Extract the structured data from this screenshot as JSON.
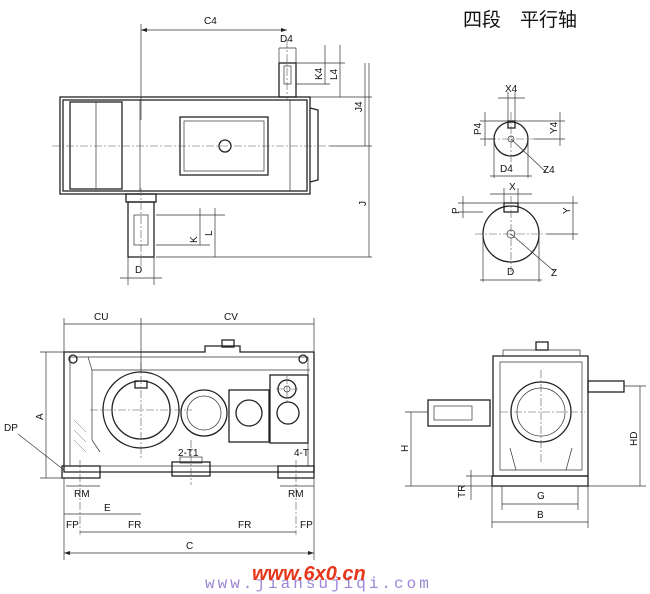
{
  "title": "四段　平行轴",
  "labels": {
    "C4": "C4",
    "D4": "D4",
    "K4": "K4",
    "L4": "L4",
    "J4": "J4",
    "J": "J",
    "K": "K",
    "L": "L",
    "D": "D",
    "X4": "X4",
    "P4": "P4",
    "Y4": "Y4",
    "D4b": "D4",
    "Z4": "Z4",
    "X": "X",
    "P": "P",
    "Y": "Y",
    "Db": "D",
    "Z": "Z",
    "CU": "CU",
    "CV": "CV",
    "A": "A",
    "DP": "DP",
    "T1": "2-T1",
    "T": "4-T",
    "RM1": "RM",
    "RM2": "RM",
    "E": "E",
    "FR1": "FR",
    "FR2": "FR",
    "FP1": "FP",
    "FP2": "FP",
    "C": "C",
    "H": "H",
    "HD": "HD",
    "TR": "TR",
    "G": "G",
    "B": "B"
  },
  "watermark": {
    "brand": "www.6x0.cn",
    "url": "www.jiansujiqi.com"
  },
  "colors": {
    "line": "#222222",
    "brand": "#e8361a",
    "url": "#9d86d6"
  }
}
